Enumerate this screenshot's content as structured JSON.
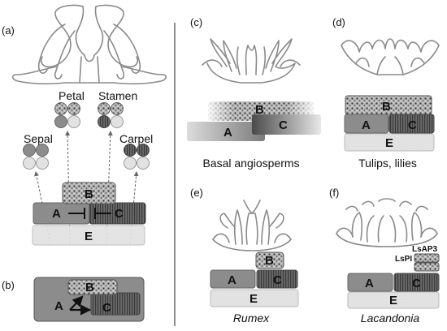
{
  "panels": {
    "a": {
      "tag": "(a)",
      "organs": [
        "Sepal",
        "Petal",
        "Stamen",
        "Carpel"
      ],
      "boxes": [
        "A",
        "B",
        "C",
        "E"
      ]
    },
    "b": {
      "tag": "(b)",
      "boxes": [
        "A",
        "B",
        "C"
      ]
    },
    "c": {
      "tag": "(c)",
      "caption": "Basal angiosperms",
      "boxes": [
        "A",
        "B",
        "C"
      ]
    },
    "d": {
      "tag": "(d)",
      "caption": "Tulips, lilies",
      "boxes": [
        "A",
        "B",
        "C",
        "E"
      ]
    },
    "e": {
      "tag": "(e)",
      "caption": "Rumex",
      "boxes": [
        "A",
        "B",
        "C",
        "E"
      ]
    },
    "f": {
      "tag": "(f)",
      "caption": "Lacandonia",
      "boxes": [
        "A",
        "C",
        "E"
      ],
      "gene_labels": [
        "LsAP3",
        "LsPI"
      ]
    }
  },
  "colors": {
    "A": "#8c8c8c",
    "C": "#5a5a5a",
    "E": "#e2e2e2",
    "B": "#9c9c9c",
    "outline": "#8a8a8a"
  }
}
